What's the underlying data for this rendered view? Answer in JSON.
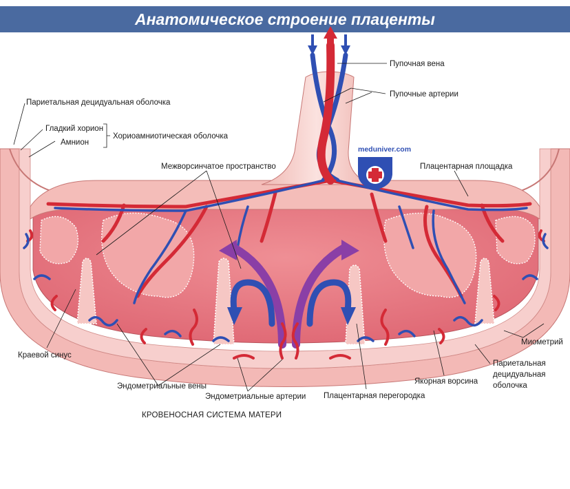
{
  "title": "Анатомическое строение плаценты",
  "watermark": {
    "text": "meduniver.com",
    "icon": "red-cross-shield-icon"
  },
  "labels": {
    "umbilical_vein": "Пупочная вена",
    "umbilical_arteries": "Пупочные артерии",
    "parietal_decidua_top": "Париетальная децидуальная оболочка",
    "smooth_chorion": "Гладкий хорион",
    "amnion": "Амнион",
    "chorioamniotic_membrane": "Хориоамниотическая оболочка",
    "intervillous_space": "Межворсинчатое пространство",
    "chorionic_plate": "Плацентарная площадка",
    "marginal_sinus": "Краевой синус",
    "myometrium": "Миометрий",
    "parietal_decidua_1": "Париетальная",
    "parietal_decidua_2": "децидуальная",
    "parietal_decidua_3": "оболочка",
    "anchoring_villus": "Якорная ворсина",
    "placental_septum": "Плацентарная перегородка",
    "endometrial_veins": "Эндометриальные вены",
    "endometrial_arteries": "Эндометриальные артерии",
    "maternal_circulation": "КРОВЕНОСНАЯ СИСТЕМА МАТЕРИ"
  },
  "colors": {
    "banner": "#4a6aa0",
    "artery_red": "#d42a36",
    "vein_blue": "#2f4fb3",
    "tissue_pink": "#f6c6c4",
    "blood_pool": "#e8707c",
    "flow_purple": "#8a3fa6"
  }
}
